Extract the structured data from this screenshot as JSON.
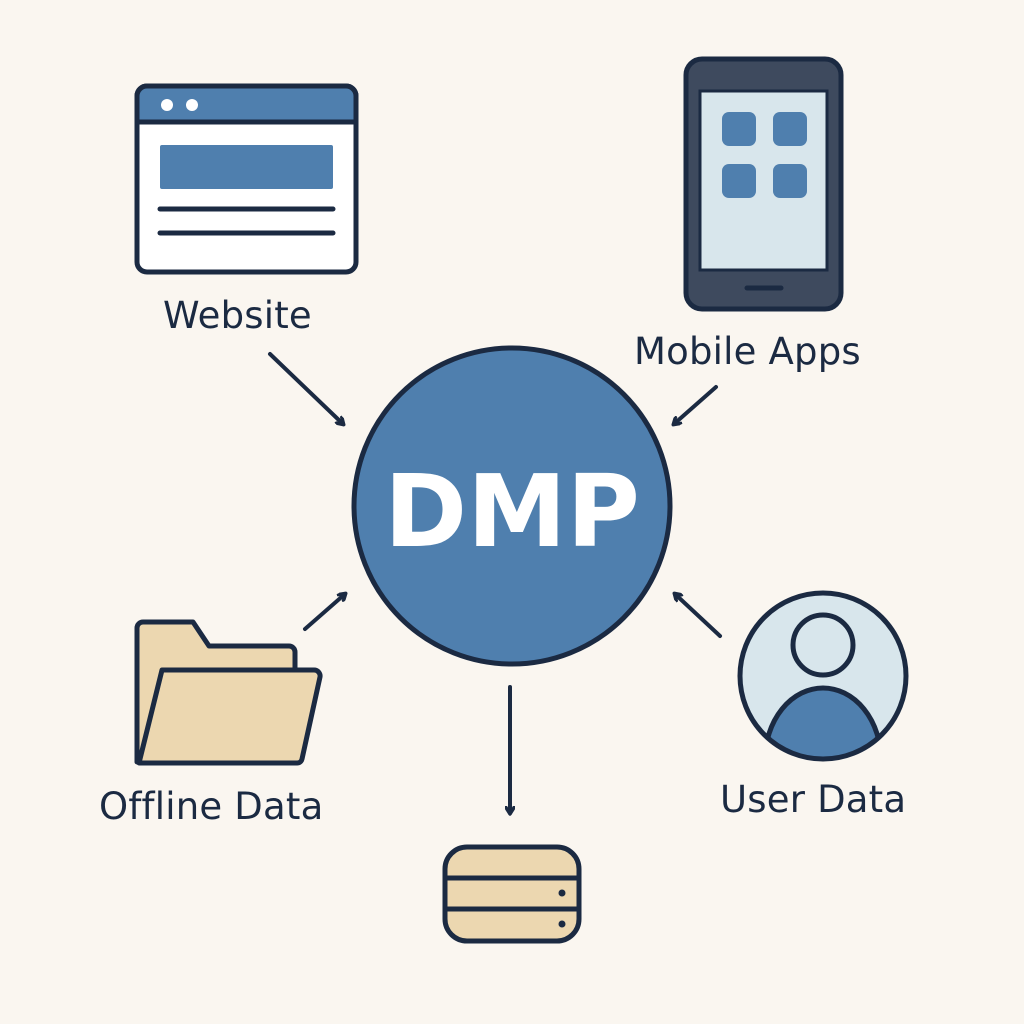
{
  "hub": {
    "label": "DMP"
  },
  "sources": {
    "website": {
      "label": "Website",
      "icon": "browser-window-icon"
    },
    "mobile": {
      "label": "Mobile Apps",
      "icon": "smartphone-icon"
    },
    "offline": {
      "label": "Offline Data",
      "icon": "folder-icon"
    },
    "user": {
      "label": "User Data",
      "icon": "user-avatar-icon"
    }
  },
  "output": {
    "icon": "database-icon"
  },
  "colors": {
    "background": "#faf6f0",
    "hub_fill": "#4f7fae",
    "outline": "#1b2a42",
    "accent_blue": "#4f7fae",
    "light_blue": "#d8e6ec",
    "beige": "#ecd7b0"
  }
}
